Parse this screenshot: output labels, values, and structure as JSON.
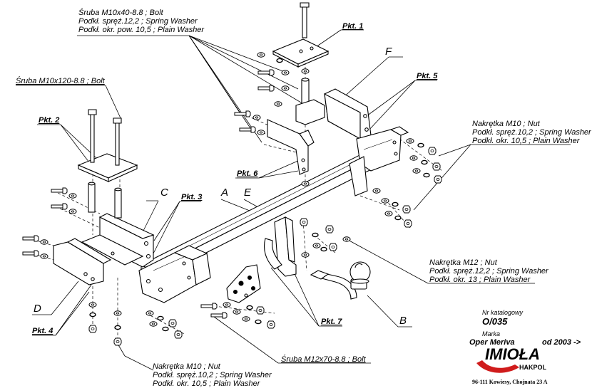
{
  "callouts": {
    "bolt_m10x40": [
      "Śruba M10x40-8.8 ;  Bolt",
      "Podkł. spręż.12,2 ; Spring Washer",
      "Podkł. okr. pow. 10,5 ; Plain Washer"
    ],
    "bolt_m10x120": "Śruba M10x120-8.8 ;  Bolt",
    "nut_m10_right": [
      "Nakrętka  M10 ; Nut",
      "Podkł. spręż.10,2 ; Spring Washer",
      "Podkł. okr. 10,5 ; Plain Washer"
    ],
    "nut_m12": [
      "Nakrętka  M12 ; Nut",
      "Podkł. spręż.12,2 ; Spring Washer",
      "Podkł. okr. 13 ; Plain Washer"
    ],
    "nut_m10_bottom": [
      "Nakrętka  M10 ; Nut",
      "Podkł. spręż.10,2 ; Spring Washer",
      "Podkł. okr. 10,5 ; Plain Washer"
    ],
    "bolt_m12x70": "Śruba M12x70-8.8 ;  Bolt"
  },
  "points": {
    "pkt1": "Pkt. 1",
    "pkt2": "Pkt. 2",
    "pkt3": "Pkt. 3",
    "pkt4": "Pkt. 4",
    "pkt5": "Pkt. 5",
    "pkt6": "Pkt. 6",
    "pkt7": "Pkt. 7"
  },
  "letters": {
    "a": "A",
    "b": "B",
    "c": "C",
    "d": "D",
    "e": "E",
    "f": "F"
  },
  "catalog": {
    "label": "Nr katalogowy",
    "number": "O/035",
    "brand_label": "Marka",
    "model": "Oper Meriva",
    "years": "od  2003 ->"
  },
  "logo": {
    "brand": "IMIOŁA",
    "sub": "HAKPOL",
    "accent_color": "#d01c1c"
  },
  "footer": "96-111 Kowiesy, Chojnata 23 A"
}
